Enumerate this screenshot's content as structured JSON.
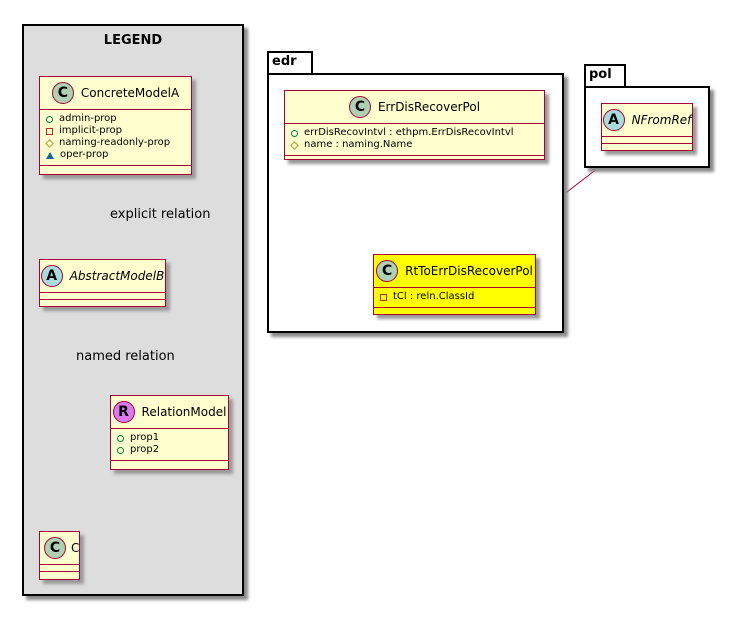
{
  "legend": {
    "title": "LEGEND",
    "concrete_model": {
      "name": "ConcreteModelA",
      "stereotype_letter": "C",
      "members": [
        {
          "visibility": "public",
          "text": "admin-prop"
        },
        {
          "visibility": "private",
          "text": "implicit-prop"
        },
        {
          "visibility": "protected",
          "text": "naming-readonly-prop"
        },
        {
          "visibility": "package",
          "text": "oper-prop"
        }
      ]
    },
    "abstract_model": {
      "name": "AbstractModelB",
      "stereotype_letter": "A"
    },
    "relation_model": {
      "name": "RelationModel",
      "stereotype_letter": "R",
      "members": [
        {
          "visibility": "public",
          "text": "prop1"
        },
        {
          "visibility": "public",
          "text": "prop2"
        }
      ]
    },
    "target_class": {
      "name": "C",
      "stereotype_letter": "C"
    },
    "explicit_relation_label": "explicit relation",
    "named_relation_label": "named relation"
  },
  "packages": {
    "edr": {
      "name": "edr",
      "err_dis_recover_pol": {
        "name": "ErrDisRecoverPol",
        "stereotype_letter": "C",
        "members": [
          {
            "visibility": "public",
            "text": "errDisRecovIntvl : ethpm.ErrDisRecovIntvl"
          },
          {
            "visibility": "protected",
            "text": "name : naming.Name"
          }
        ]
      },
      "rt_to_err_dis_recover_pol": {
        "name": "RtToErrDisRecoverPol",
        "stereotype_letter": "C",
        "members": [
          {
            "visibility": "private",
            "text": "tCl : reln.ClassId"
          }
        ]
      }
    },
    "pol": {
      "name": "pol",
      "nfrom_ref": {
        "name": "NFromRef",
        "stereotype_letter": "A"
      }
    }
  },
  "colors": {
    "class_fill": "#fefece",
    "class_border": "#a80036",
    "highlight_fill": "#ffff00",
    "legend_fill": "#dddddd",
    "concrete_badge": "#add1b2",
    "abstract_badge": "#a9dcdf",
    "relation_badge": "#db7aef"
  }
}
